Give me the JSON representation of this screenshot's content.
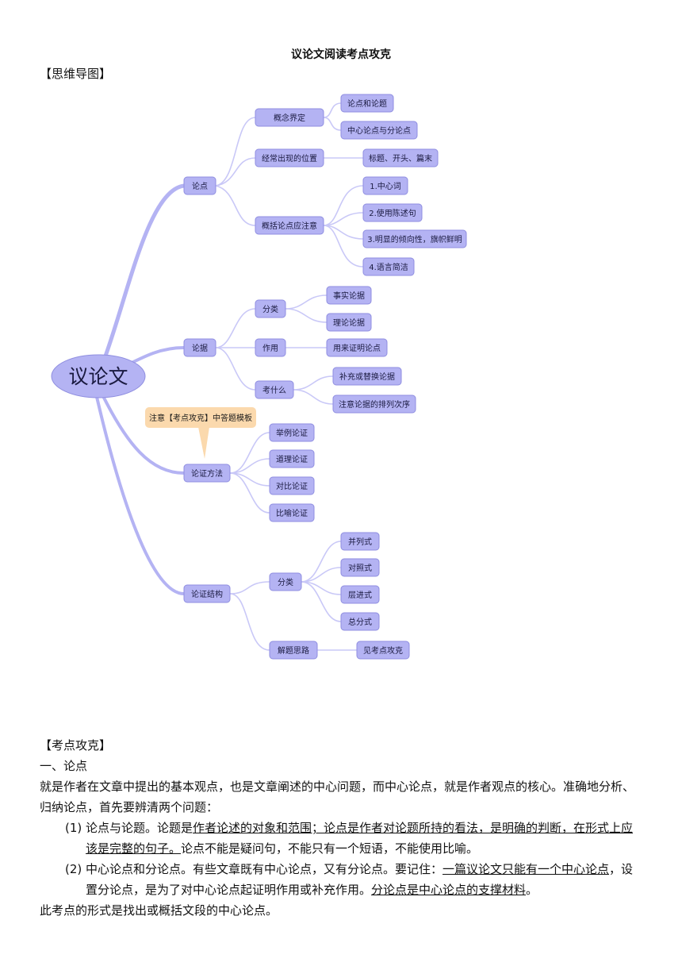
{
  "title": "议论文阅读考点攻克",
  "section_mindmap": "【思维导图】",
  "mindmap": {
    "root": "议论文",
    "note": "注意【考点攻克】中答题模板",
    "nodes": {
      "lundian": "论点",
      "gainian": "概念界定",
      "ldhlt": "论点和论题",
      "zxfld": "中心论点与分论点",
      "weizhi": "经常出现的位置",
      "biaoti": "标题、开头、篇末",
      "gaikuo": "概括论点应注意",
      "g1": "1.中心词",
      "g2": "2.使用陈述句",
      "g3": "3.明显的倾向性，旗帜鲜明",
      "g4": "4.语言简洁",
      "lunju": "论据",
      "fenlei": "分类",
      "shishi": "事实论据",
      "daoli": "理论论据",
      "zuoyong": "作用",
      "yonglai": "用来证明论点",
      "kaoshenme": "考什么",
      "buchong": "补充或替换论据",
      "pailie": "注意论据的排列次序",
      "lzff": "论证方法",
      "jl": "举例论证",
      "dl": "道理论证",
      "db": "对比论证",
      "by": "比喻论证",
      "jiegou": "论证结构",
      "fenlei2": "分类",
      "bl": "并列式",
      "dz": "对照式",
      "cj": "层进式",
      "zf": "总分式",
      "jtsl": "解题思路",
      "jkd": "见考点攻克"
    }
  },
  "section_kaodian": "【考点攻克】",
  "part1_title": "一、论点",
  "para1": "就是作者在文章中提出的基本观点，也是文章阐述的中心问题，而中心论点，就是作者观点的核心。准确地分析、归纳论点，首先要辨清两个问题：",
  "item1": {
    "num": "(1)",
    "a": "论点与论题。论题是",
    "b": "作者论述的对象和范围；论点是作者对论题所持的看法，是明确的判断，在形式上应该是完整的句子。",
    "c": "论点不能是疑问句，不能只有一个短语，不能使用比喻。"
  },
  "item2": {
    "num": "(2)",
    "a": "中心论点和分论点。有些文章既有中心论点，又有分论点。要记住：",
    "b": "一篇议论文只能有一个中心论点",
    "c": "，设置分论点，是为了对中心论点起证明作用或补充作用。",
    "d": "分论点是中心论点的支撑材料",
    "e": "。"
  },
  "para_last": "此考点的形式是找出或概括文段的中心论点。"
}
